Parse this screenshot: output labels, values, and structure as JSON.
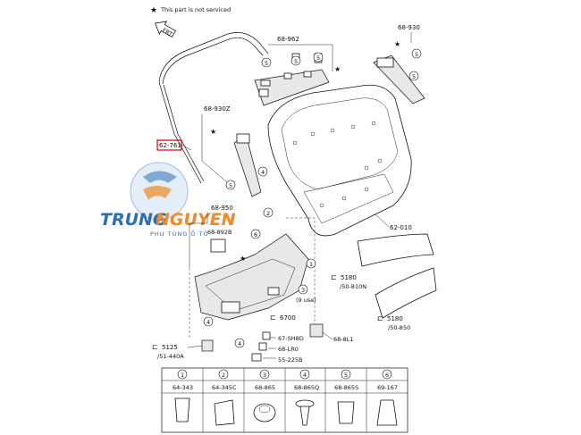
{
  "header": {
    "note": "This part is not serviced"
  },
  "watermark": {
    "brand_a": "TRUNG",
    "brand_b": "NGUYEN",
    "tagline": "PHỤ TÙNG Ô TÔ"
  },
  "labels": {
    "front": "FRT",
    "weatherstrip": "62-761",
    "trim_top": "68-962",
    "spoiler": "68-930",
    "trim_left": "68-930Z",
    "trim_panel": "68-950",
    "trim_panel_sub": "68-892B",
    "liftgate": "62-010",
    "c5180a": "5180",
    "c5180a_sub": "/50-810N",
    "c5180b": "5180",
    "c5180b_sub": "/50-850",
    "c6700": "6700",
    "c6700_sub": "67-SH8D",
    "lr0": "68-LR0",
    "p225": "55-225B",
    "c5125": "5125",
    "c5125_sub": "/51-440A",
    "p8l1": "68-8L1",
    "used": "(9 use)"
  },
  "callout_numbers": [
    "1",
    "2",
    "3",
    "4",
    "5",
    "6"
  ],
  "clips": [
    {
      "num": "1",
      "part": "64-343"
    },
    {
      "num": "2",
      "part": "64-345C"
    },
    {
      "num": "3",
      "part": "68-865"
    },
    {
      "num": "4",
      "part": "68-865Q"
    },
    {
      "num": "5",
      "part": "68-865S"
    },
    {
      "num": "6",
      "part": "69-167"
    }
  ],
  "colors": {
    "highlight": "#d10000",
    "watermark": "#2b6fb3",
    "line": "#111111"
  }
}
